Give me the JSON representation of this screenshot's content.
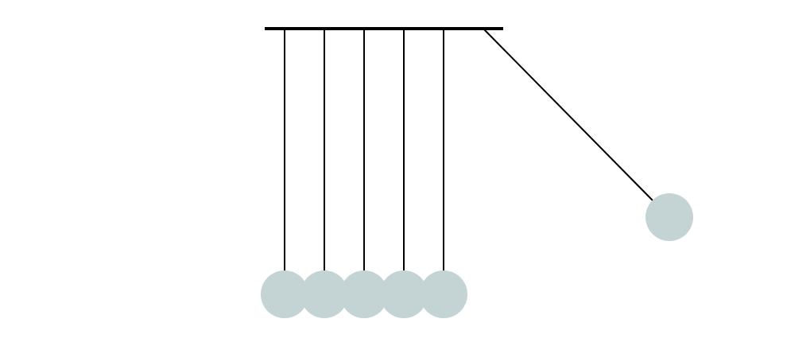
{
  "diagram": {
    "type": "newtons-cradle",
    "ball_count": 6,
    "resting_balls": 5,
    "raised_balls": 1,
    "raised_side": "right",
    "raised_angle_degrees": 45,
    "colors": {
      "background": "#ffffff",
      "frame_bar": "#000000",
      "string": "#000000",
      "ball": "#c4d3d4"
    }
  }
}
